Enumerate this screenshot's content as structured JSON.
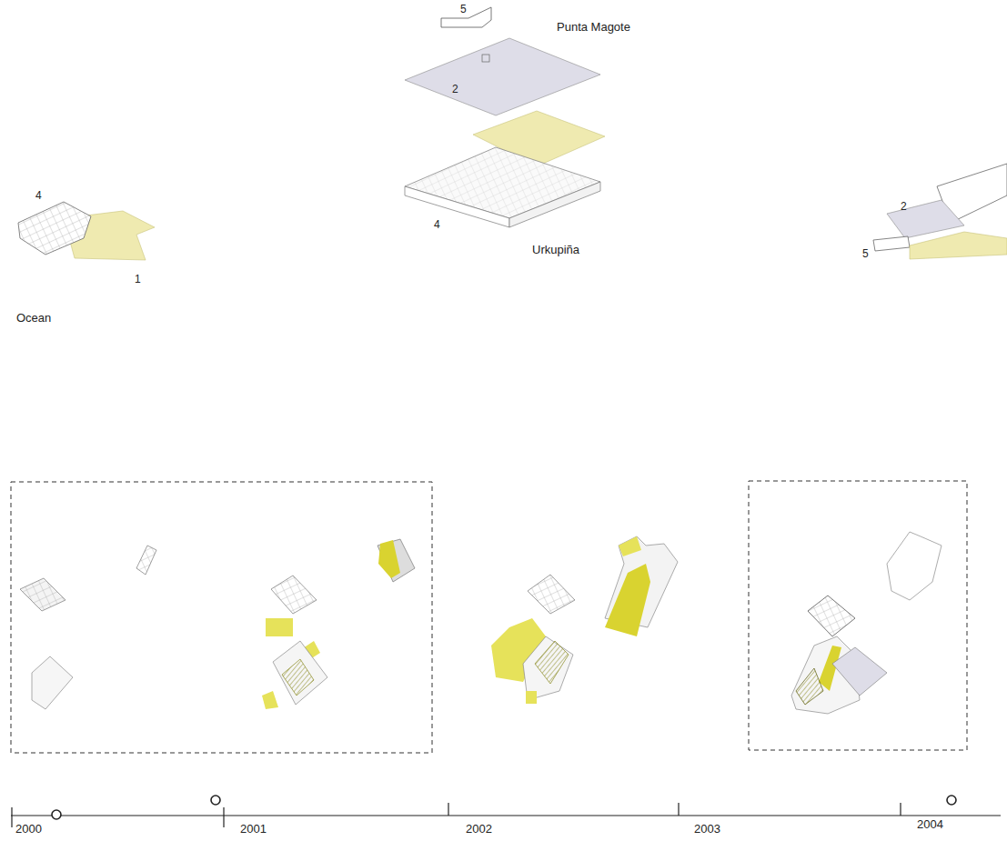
{
  "diagram": {
    "labels": [
      "5",
      "Punta Magote",
      "2",
      "4",
      "4",
      "Urkupiña",
      "2",
      "5",
      "1",
      "Ocean",
      "2000",
      "2001",
      "2002",
      "2003",
      "2004"
    ]
  }
}
